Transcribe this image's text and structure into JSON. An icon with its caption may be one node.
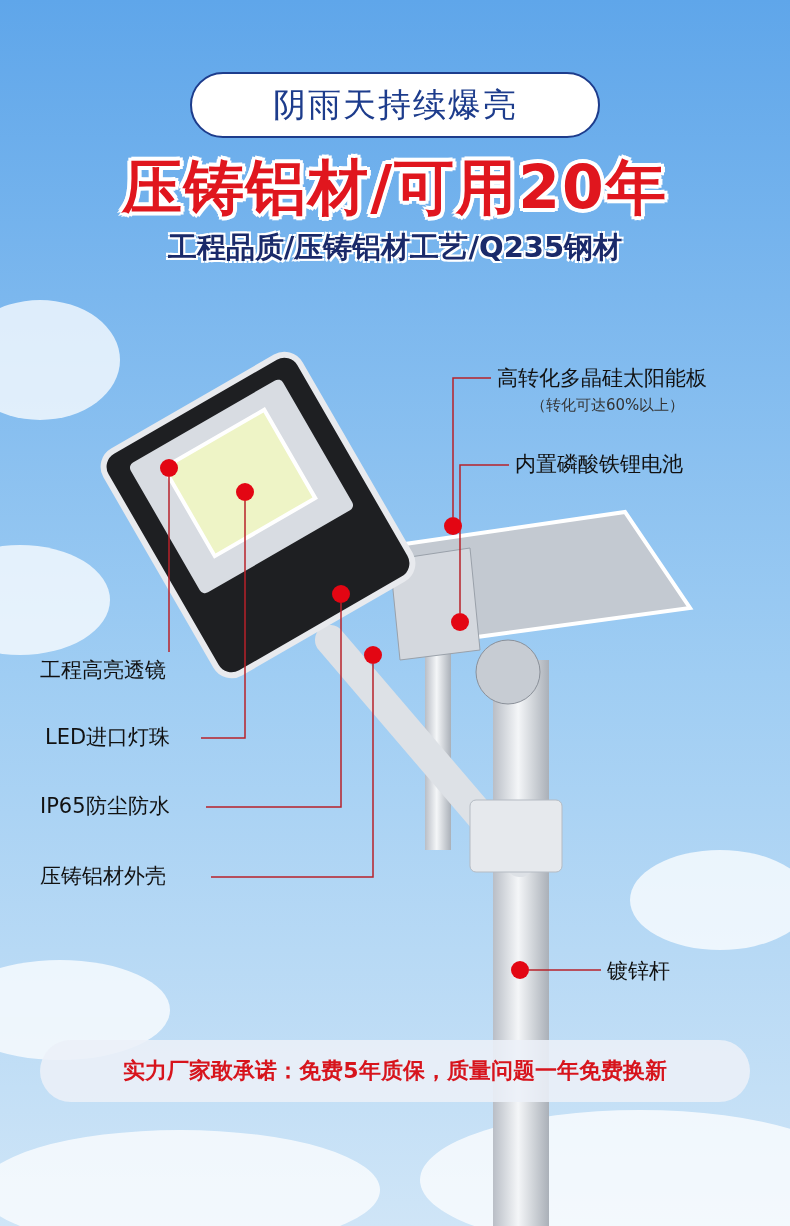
{
  "diagram": {
    "title": "压铸铝材/可用20年",
    "nodes": [
      {
        "text": [
          "阴雨天持续爆亮"
        ]
      },
      {
        "text": [
          "高转化多晶硅太阳能板",
          "（转化可达60%以上）"
        ]
      },
      {
        "text": [],
        "shape": "circle"
      },
      {
        "text": [
          "内置磷酸铁锂电池"
        ]
      },
      {
        "text": [],
        "shape": "circle"
      },
      {
        "text": [
          "工程高亮透镜"
        ]
      },
      {
        "text": [],
        "shape": "circle"
      },
      {
        "text": [
          "LED进口灯珠"
        ]
      },
      {
        "text": [],
        "shape": "circle"
      },
      {
        "text": [
          "IP65防尘防水"
        ]
      },
      {
        "text": [],
        "shape": "circle"
      },
      {
        "text": [
          "压铸铝材外壳"
        ]
      },
      {
        "text": [],
        "shape": "circle"
      },
      {
        "text": [
          "镀锌杆"
        ]
      },
      {
        "text": [],
        "shape": "circle"
      },
      {
        "text": [
          "实力厂家敢承诺：免费5年质保，质量问题一年免费换新"
        ]
      }
    ],
    "edges": [
      {
        "from": 1,
        "to": 2,
        "arrow": "none"
      },
      {
        "from": 3,
        "to": 4,
        "arrow": "none"
      },
      {
        "from": 5,
        "to": 6,
        "arrow": "none"
      },
      {
        "from": 7,
        "to": 8,
        "arrow": "none"
      },
      {
        "from": 9,
        "to": 10,
        "arrow": "none"
      },
      {
        "from": 11,
        "to": 12,
        "arrow": "none"
      },
      {
        "from": 13,
        "to": 14,
        "arrow": "none"
      }
    ],
    "labels": [
      "工程品质/压铸铝材工艺/Q235钢材"
    ]
  }
}
